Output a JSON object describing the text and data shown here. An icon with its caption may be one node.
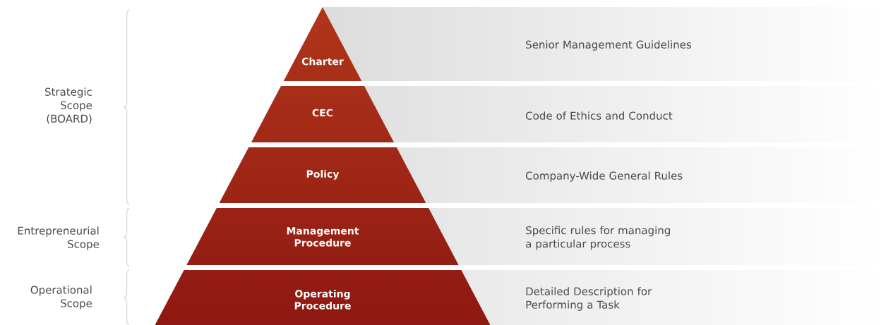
{
  "diagram": {
    "nodes": [
      {
        "text": [
          "Charter",
          "Senior Management Guidelines"
        ]
      },
      {
        "text": [
          "CEC",
          "Code of Ethics and Conduct"
        ]
      },
      {
        "text": [
          "Policy",
          "Company-Wide General Rules"
        ]
      },
      {
        "text": [
          "Management Procedure",
          "Specific rules for managing a particular process"
        ]
      },
      {
        "text": [
          "Operating Procedure",
          "Detailed Description for Performing a Task"
        ]
      }
    ],
    "labels": [
      "Strategic Scope (BOARD)",
      "Entrepreneurial Scope",
      "Operational Scope"
    ]
  }
}
